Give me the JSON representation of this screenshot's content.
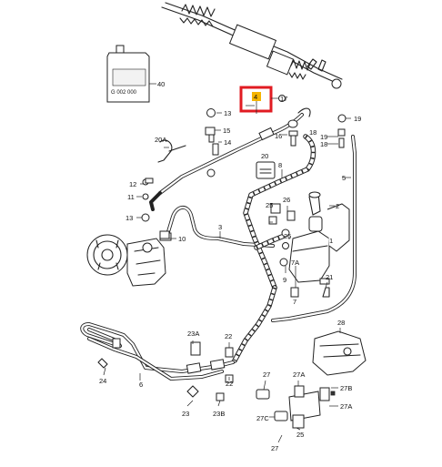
{
  "highlight": {
    "color": "#e11b22",
    "marker_color": "#f5b400"
  },
  "fluid_can": {
    "code": "G 002 000"
  },
  "labels": {
    "p1": "1",
    "p2": "2",
    "p3": "3",
    "p4": "4",
    "p5": "5",
    "p6": "6",
    "p7": "7",
    "p7a": "7A",
    "p8": "8",
    "p9": "9",
    "p10": "10",
    "p11": "11",
    "p12": "12",
    "p13": "13",
    "p14": "14",
    "p15": "15",
    "p16": "16",
    "p17": "17",
    "p18": "18",
    "p19": "19",
    "p19b": "19",
    "p20": "20",
    "p20a": "20A",
    "p21": "21",
    "p22": "22",
    "p22b": "22",
    "p23": "23",
    "p23a": "23A",
    "p23b": "23B",
    "p24": "24",
    "p25": "25",
    "p25b": "25",
    "p26": "26",
    "p27": "27",
    "p27a": "27A",
    "p27b": "27B",
    "p27c": "27C",
    "p28": "28",
    "p40": "40"
  }
}
